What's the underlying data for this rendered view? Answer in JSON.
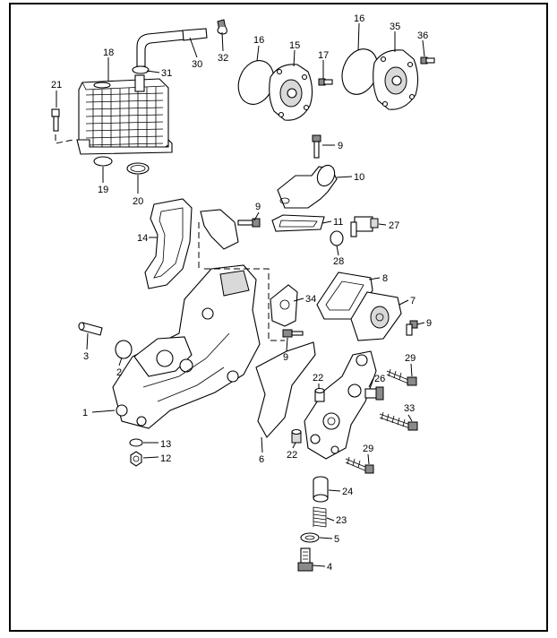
{
  "diagram": {
    "colors": {
      "line": "#000000",
      "background": "#ffffff",
      "shade": "#d9d9d9"
    },
    "callouts": [
      {
        "id": "c1",
        "label": "1"
      },
      {
        "id": "c2",
        "label": "2"
      },
      {
        "id": "c3",
        "label": "3"
      },
      {
        "id": "c4",
        "label": "4"
      },
      {
        "id": "c5",
        "label": "5"
      },
      {
        "id": "c6",
        "label": "6"
      },
      {
        "id": "c7",
        "label": "7"
      },
      {
        "id": "c8",
        "label": "8"
      },
      {
        "id": "c9a",
        "label": "9"
      },
      {
        "id": "c9b",
        "label": "9"
      },
      {
        "id": "c9c",
        "label": "9"
      },
      {
        "id": "c9d",
        "label": "9"
      },
      {
        "id": "c10",
        "label": "10"
      },
      {
        "id": "c11",
        "label": "11"
      },
      {
        "id": "c12",
        "label": "12"
      },
      {
        "id": "c13",
        "label": "13"
      },
      {
        "id": "c14",
        "label": "14"
      },
      {
        "id": "c15",
        "label": "15"
      },
      {
        "id": "c16a",
        "label": "16"
      },
      {
        "id": "c16b",
        "label": "16"
      },
      {
        "id": "c17",
        "label": "17"
      },
      {
        "id": "c18",
        "label": "18"
      },
      {
        "id": "c19",
        "label": "19"
      },
      {
        "id": "c20",
        "label": "20"
      },
      {
        "id": "c21",
        "label": "21"
      },
      {
        "id": "c22a",
        "label": "22"
      },
      {
        "id": "c22b",
        "label": "22"
      },
      {
        "id": "c23",
        "label": "23"
      },
      {
        "id": "c24",
        "label": "24"
      },
      {
        "id": "c26",
        "label": "26"
      },
      {
        "id": "c27",
        "label": "27"
      },
      {
        "id": "c28",
        "label": "28"
      },
      {
        "id": "c29a",
        "label": "29"
      },
      {
        "id": "c29b",
        "label": "29"
      },
      {
        "id": "c30",
        "label": "30"
      },
      {
        "id": "c31",
        "label": "31"
      },
      {
        "id": "c32",
        "label": "32"
      },
      {
        "id": "c33",
        "label": "33"
      },
      {
        "id": "c34",
        "label": "34"
      },
      {
        "id": "c35",
        "label": "35"
      },
      {
        "id": "c36",
        "label": "36"
      }
    ]
  }
}
